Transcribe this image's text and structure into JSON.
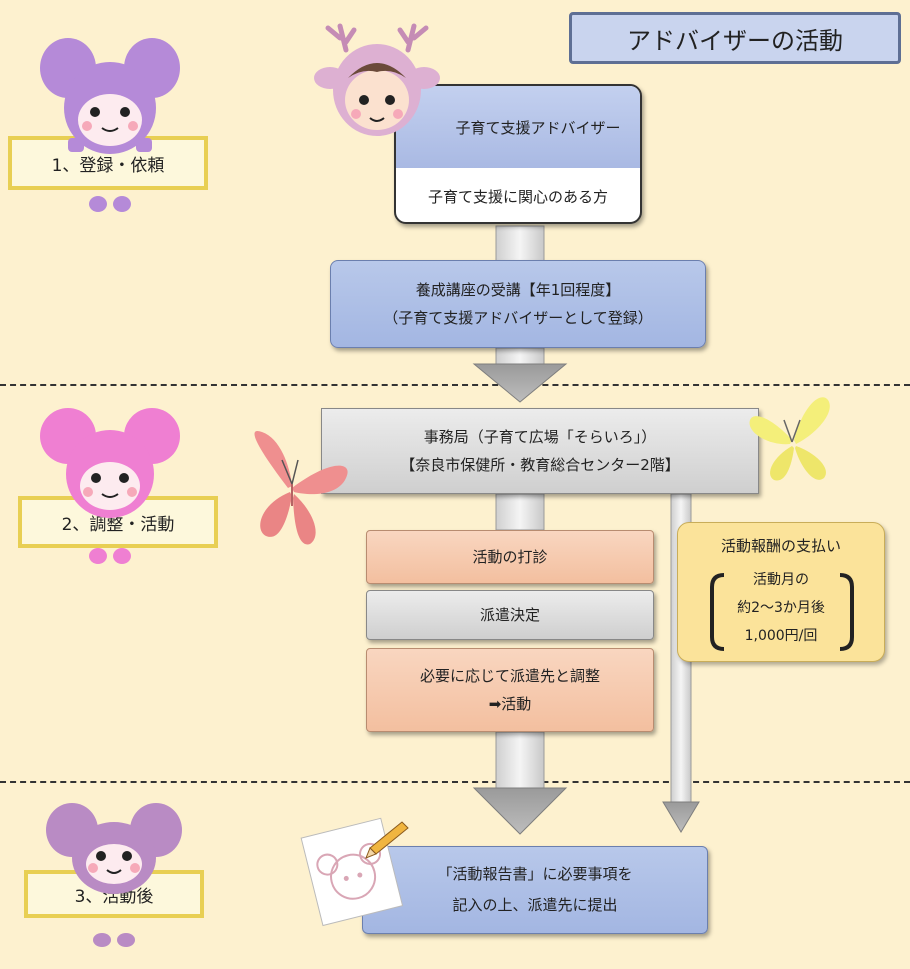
{
  "title": "アドバイザーの活動",
  "steps": {
    "step1": "1、登録・依頼",
    "step2": "2、調整・活動",
    "step3": "3、活動後"
  },
  "adviser": {
    "top": "子育て支援アドバイザー",
    "bottom": "子育て支援に関心のある方"
  },
  "course": {
    "line1": "養成講座の受講【年1回程度】",
    "line2": "（子育て支援アドバイザーとして登録）"
  },
  "office": {
    "line1": "事務局（子育て広場「そらいろ」）",
    "line2": "【奈良市保健所・教育総合センター2階】"
  },
  "flow": {
    "inquiry": "活動の打診",
    "decision": "派遣決定",
    "coordinate_line1": "必要に応じて派遣先と調整",
    "coordinate_line2": "➡活動"
  },
  "payment": {
    "title": "活動報酬の支払い",
    "line1": "活動月の",
    "line2": "約2～3か月後",
    "line3": "1,000円/回"
  },
  "report": {
    "line1": "「活動報告書」に必要事項を",
    "line2": "記入の上、派遣先に提出"
  },
  "colors": {
    "background": "#fdf1cf",
    "mascot_purple": "#b58ad8",
    "mascot_pink": "#ef7fd2",
    "mascot_mauve": "#b98bc4",
    "butterfly_red": "#ef8f8f",
    "butterfly_yellow": "#f4ef7a"
  }
}
